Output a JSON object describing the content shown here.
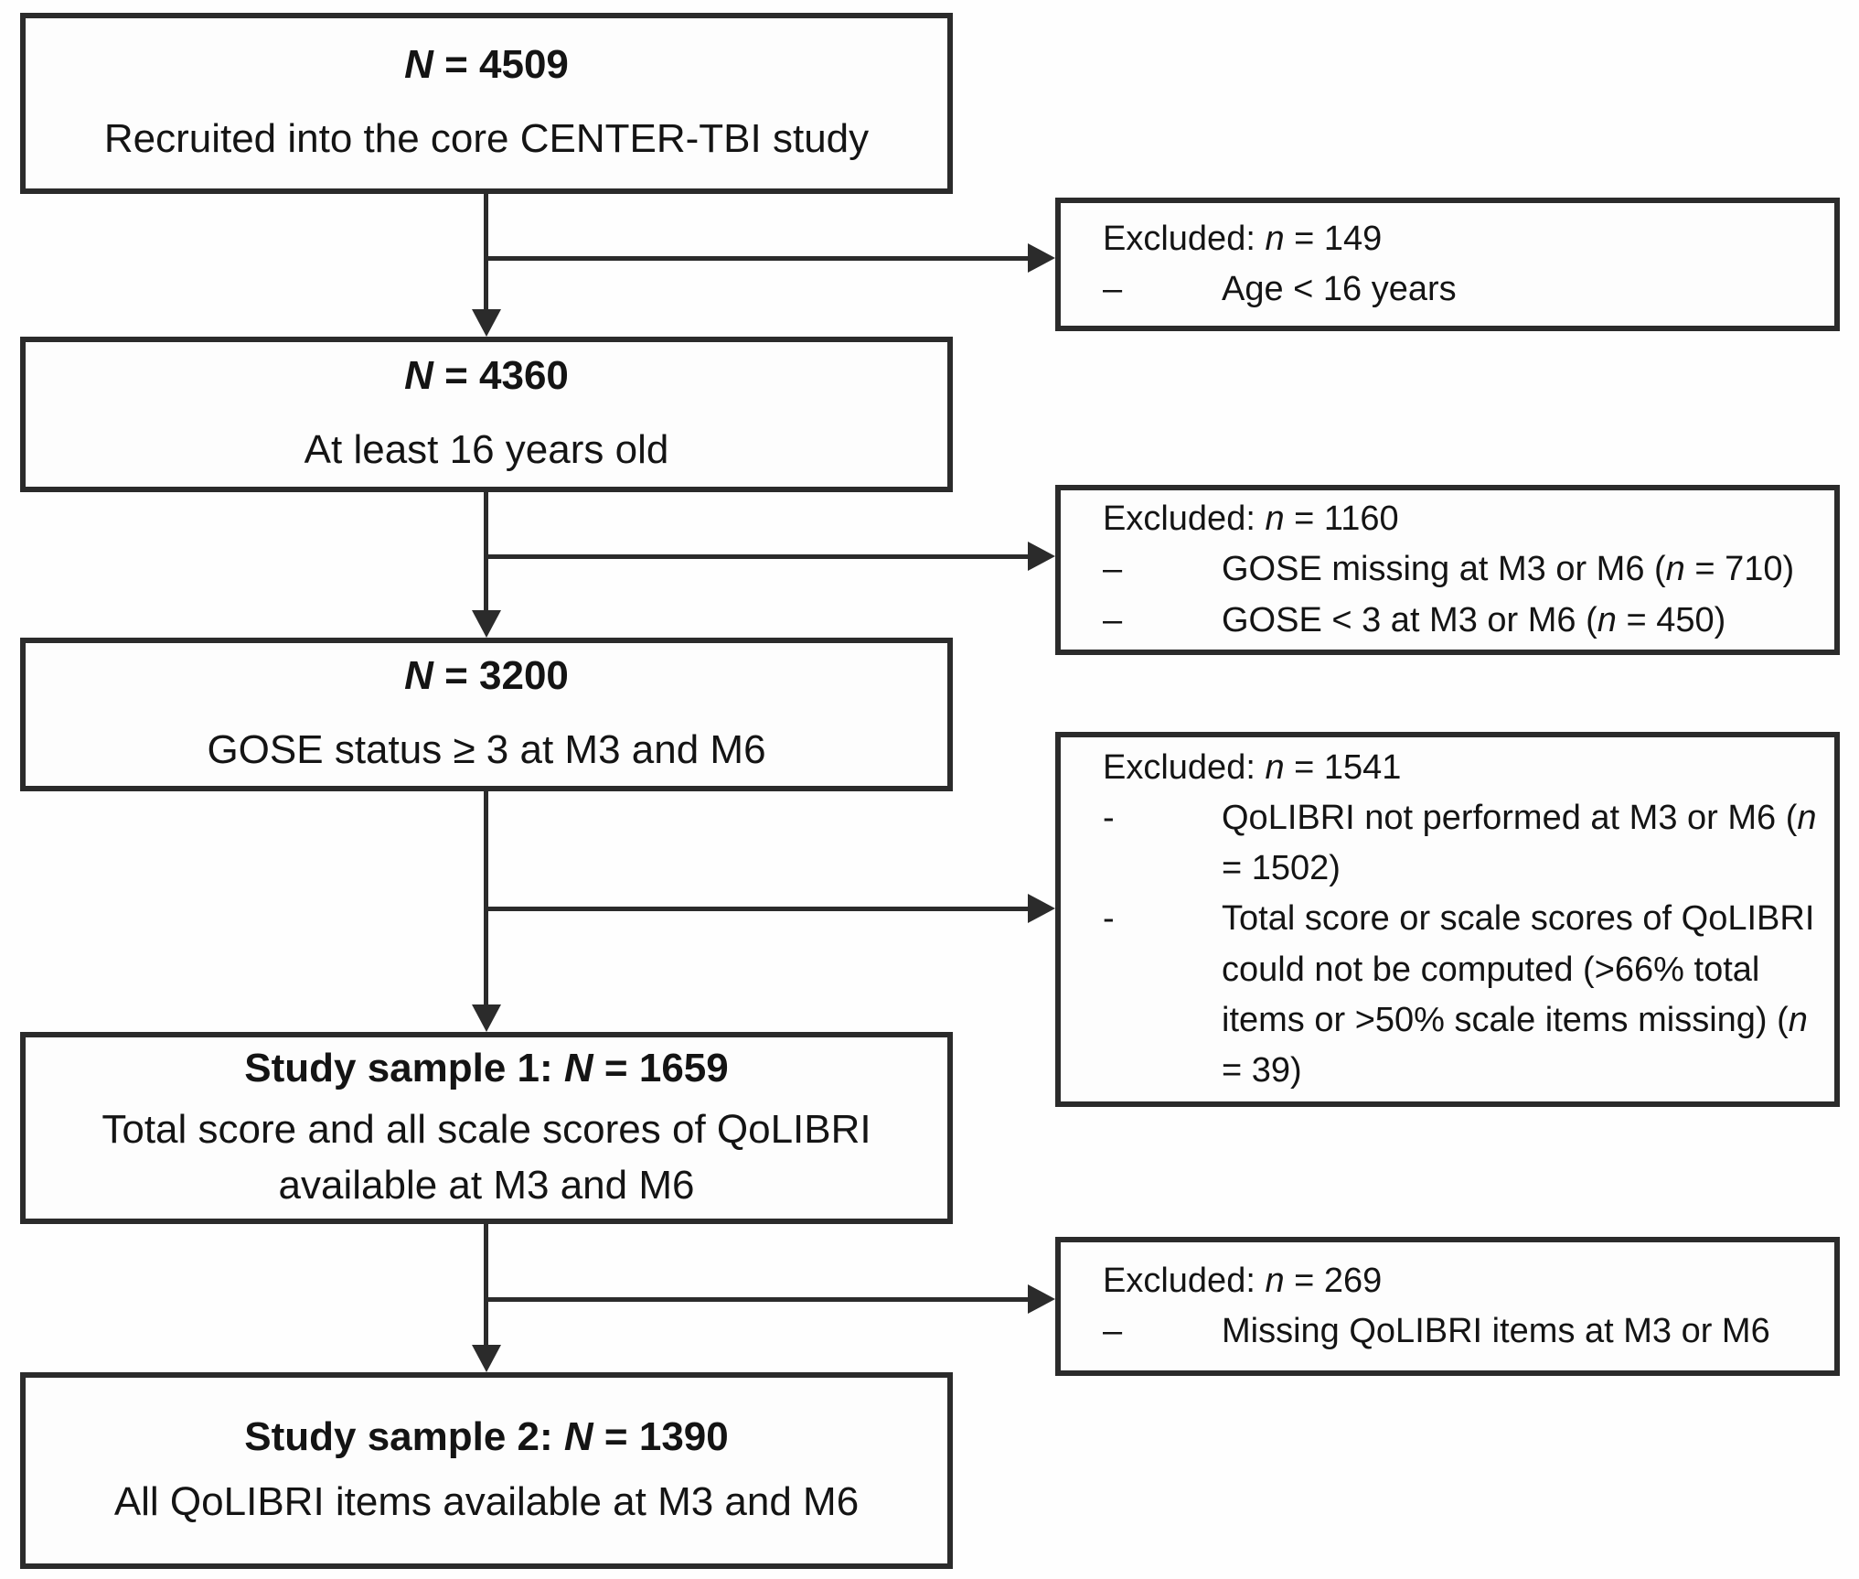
{
  "diagram": {
    "colors": {
      "border": "#2b2b2b",
      "text": "#141414",
      "background": "#ffffff"
    },
    "main_boxes": [
      {
        "title_prefix": "",
        "title_var": "N",
        "title_rest": " = 4509",
        "desc": "Recruited into the core CENTER-TBI study"
      },
      {
        "title_prefix": "",
        "title_var": "N",
        "title_rest": " = 4360",
        "desc": "At least 16 years old"
      },
      {
        "title_prefix": "",
        "title_var": "N",
        "title_rest": " = 3200",
        "desc": "GOSE status ≥ 3 at M3 and M6"
      },
      {
        "title_prefix": "Study sample 1: ",
        "title_var": "N",
        "title_rest": " = 1659",
        "desc": "Total score and all scale scores of QoLIBRI available at M3 and M6"
      },
      {
        "title_prefix": "Study sample 2: ",
        "title_var": "N",
        "title_rest": " = 1390",
        "desc": "All QoLIBRI items available at M3 and M6"
      }
    ],
    "excluded_boxes": [
      {
        "header_pre": "Excluded: ",
        "header_var": "n",
        "header_post": " = 149",
        "bullets": [
          {
            "marker": "–",
            "pre": "Age < 16 years",
            "var": "",
            "post": ""
          }
        ]
      },
      {
        "header_pre": "Excluded: ",
        "header_var": "n",
        "header_post": " = 1160",
        "bullets": [
          {
            "marker": "–",
            "pre": "GOSE missing at M3 or M6 (",
            "var": "n",
            "post": " = 710)"
          },
          {
            "marker": "–",
            "pre": "GOSE < 3 at M3 or M6 (",
            "var": "n",
            "post": " = 450)"
          }
        ]
      },
      {
        "header_pre": "Excluded: ",
        "header_var": "n",
        "header_post": " = 1541",
        "bullets": [
          {
            "marker": "-",
            "pre": "QoLIBRI not performed at M3 or M6 (",
            "var": "n",
            "post": " = 1502)"
          },
          {
            "marker": "-",
            "pre": "Total score or scale scores of QoLIBRI could not be computed (>66% total items or >50% scale items missing) (",
            "var": "n",
            "post": " = 39)"
          }
        ]
      },
      {
        "header_pre": "Excluded: ",
        "header_var": "n",
        "header_post": " = 269",
        "bullets": [
          {
            "marker": "–",
            "pre": "Missing QoLIBRI items at M3 or M6",
            "var": "",
            "post": ""
          }
        ]
      }
    ]
  }
}
